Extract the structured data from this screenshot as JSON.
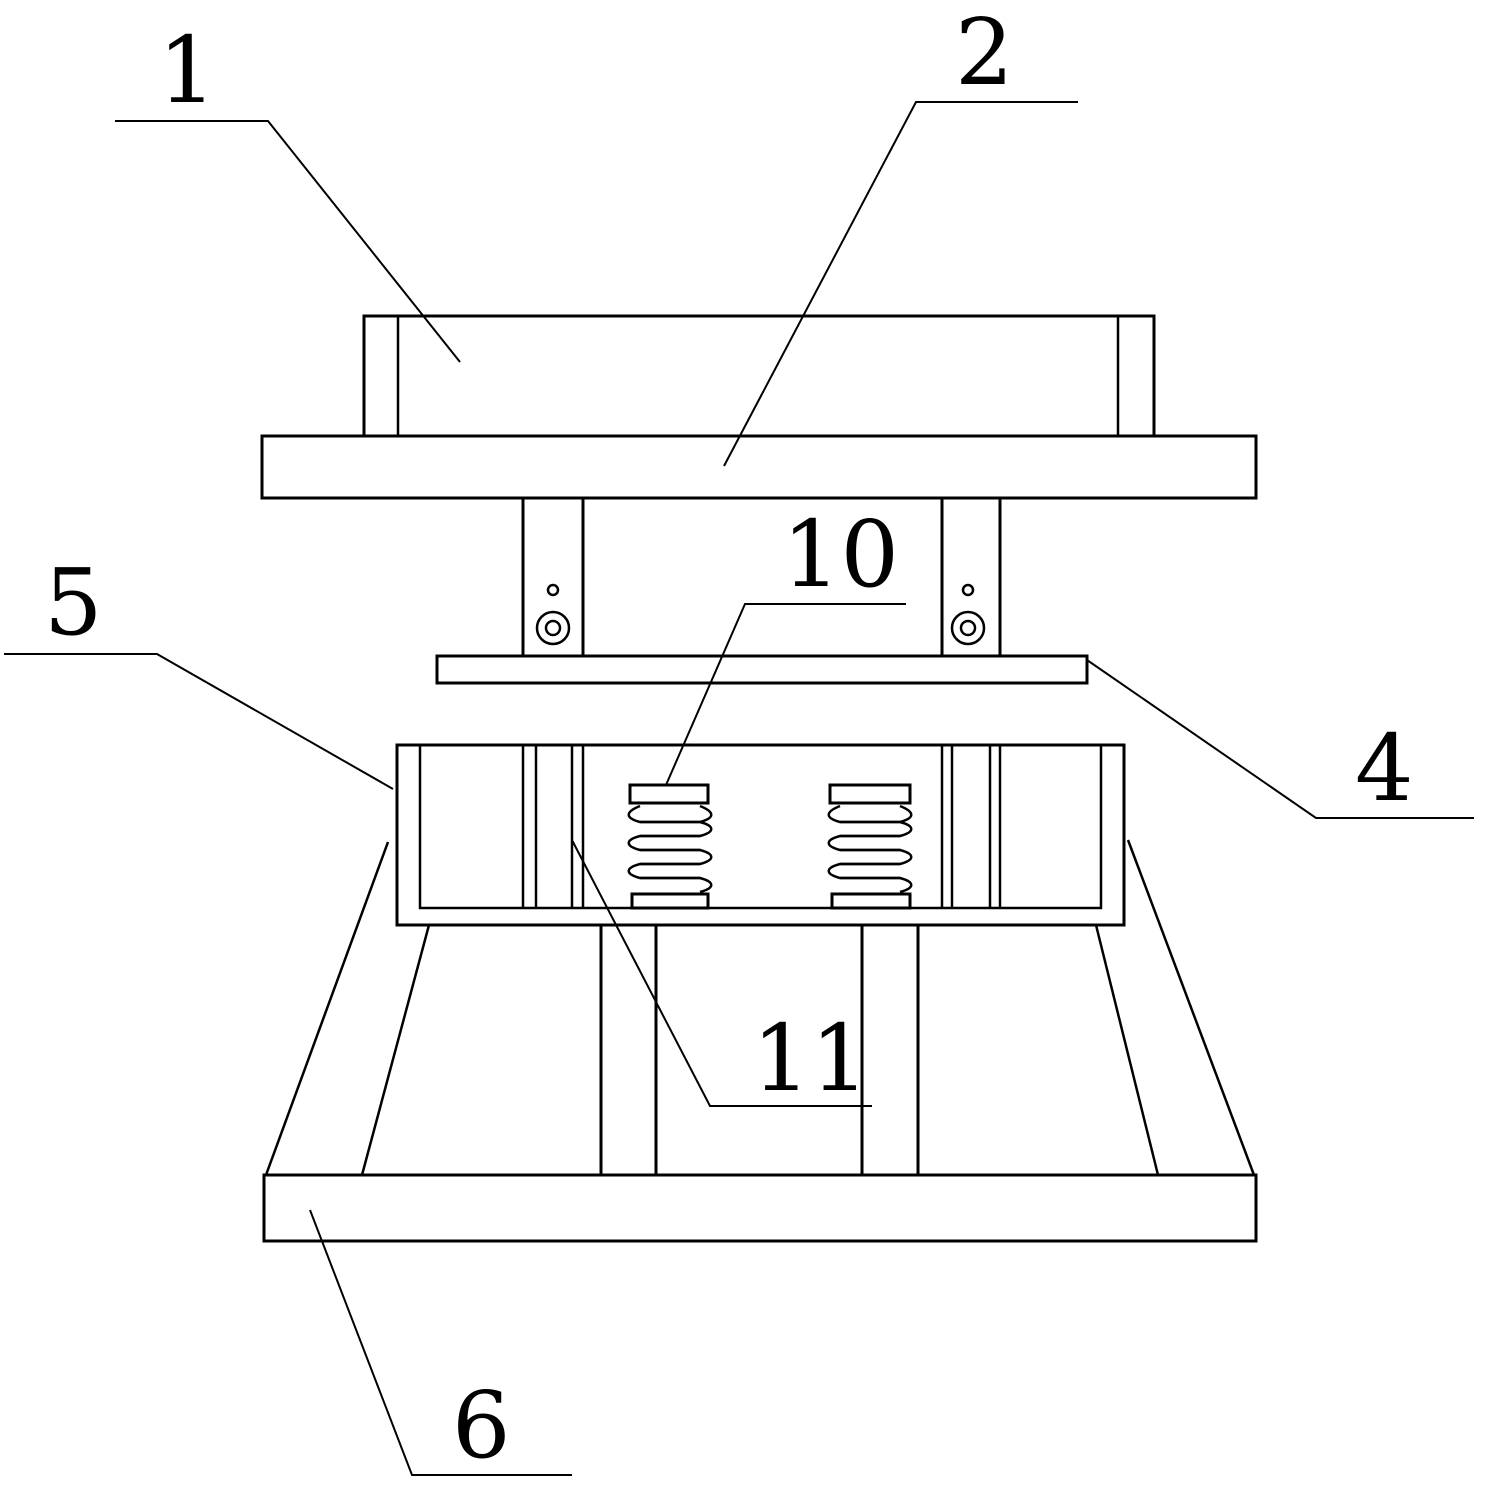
{
  "callouts": [
    {
      "id": "1",
      "label": "1"
    },
    {
      "id": "2",
      "label": "2"
    },
    {
      "id": "4",
      "label": "4"
    },
    {
      "id": "5",
      "label": "5"
    },
    {
      "id": "6",
      "label": "6"
    },
    {
      "id": "10",
      "label": "10"
    },
    {
      "id": "11",
      "label": "11"
    }
  ]
}
